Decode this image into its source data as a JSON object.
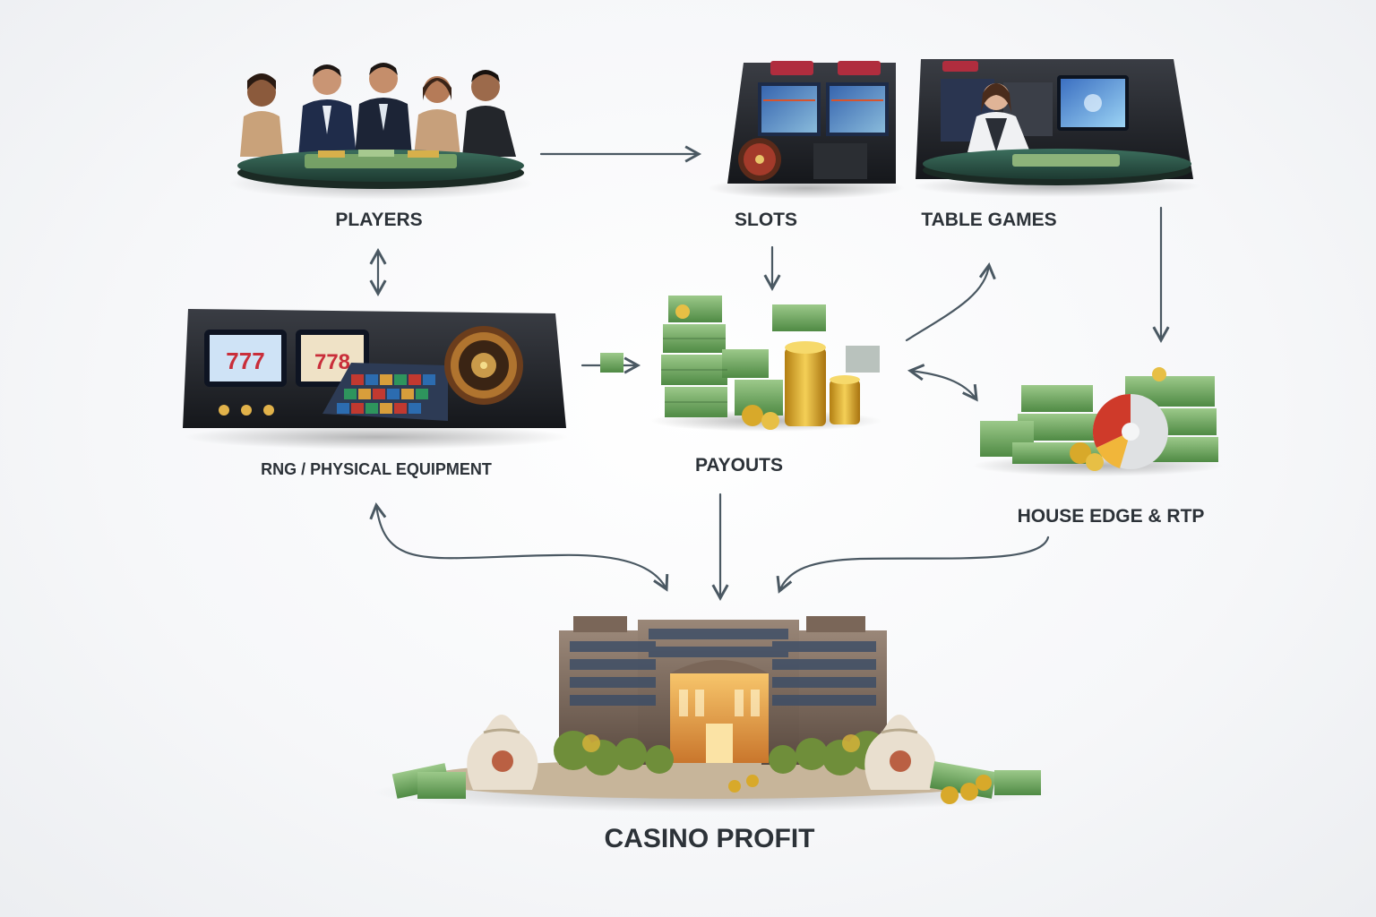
{
  "nodes": {
    "players": "PLAYERS",
    "slots": "SLOTS",
    "table_games": "TABLE GAMES",
    "rng": "RNG / PHYSICAL EQUIPMENT",
    "payouts": "PAYOUTS",
    "house_edge": "HOUSE EDGE & RTP",
    "profit": "CASINO PROFIT"
  },
  "illustration_text": {
    "slot_reel_left": "777",
    "slot_reel_right": "778"
  },
  "colors": {
    "text": "#2c3238",
    "arrow": "#4a5862",
    "table_felt": "#2f5a4c",
    "cash": "#6fa05e",
    "gold": "#d8a92a",
    "building": "#8a7566",
    "moneybag": "#e9dfcf"
  }
}
